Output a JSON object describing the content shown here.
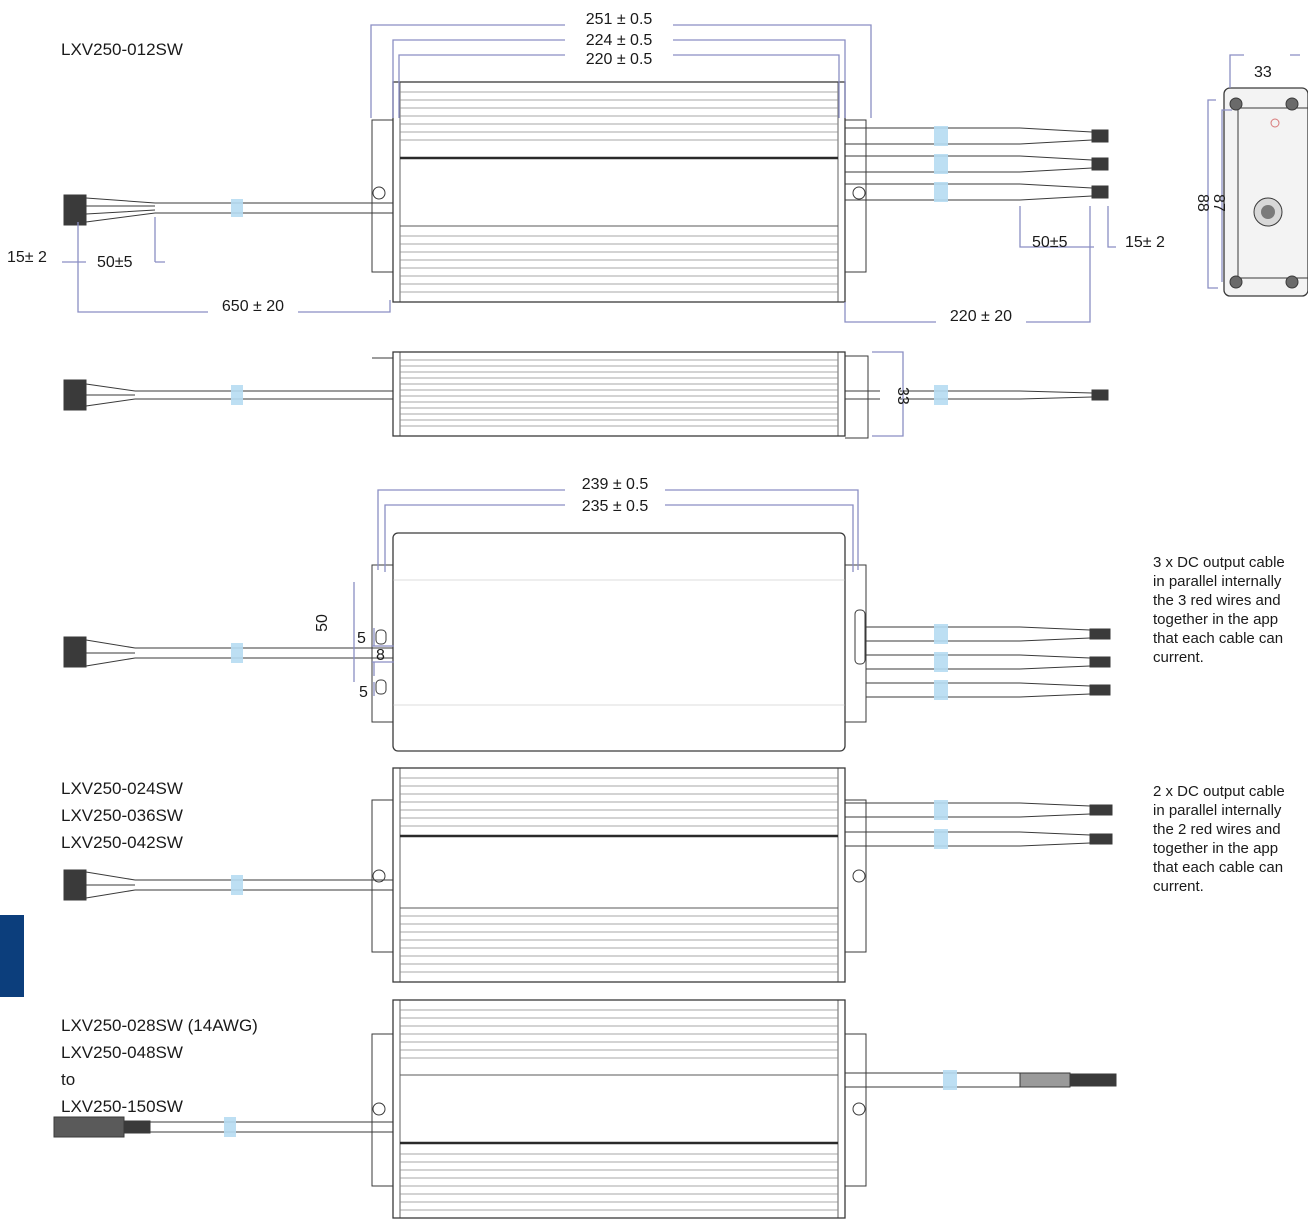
{
  "colors": {
    "outline": "#3a3a3a",
    "fin": "#8a8a8a",
    "dim_line": "#8a8ec4",
    "sleeve": "#b6dcf2",
    "side_tab": "#0c3e7c"
  },
  "views": {
    "v1": {
      "model_lines": [
        "LXV250-012SW"
      ],
      "dims": {
        "overall_len": "251 ± 0.5",
        "mount_len": "224 ± 0.5",
        "body_len": "220 ± 0.5",
        "input_strip": "15± 2",
        "input_split": "50±5",
        "input_cable": "650 ± 20",
        "output_split": "50±5",
        "output_strip": "15± 2",
        "output_cable": "220 ± 20"
      }
    },
    "end_view": {
      "dims": {
        "width": "33",
        "outer_height": "88",
        "inner_height": "87"
      }
    },
    "side_view": {
      "dims": {
        "height": "33"
      }
    },
    "v3": {
      "dims": {
        "overall_len": "239 ± 0.5",
        "body_len": "235 ± 0.5",
        "tab_height": "50",
        "hole_top": "5",
        "hole_mid": "8",
        "hole_bottom": "5"
      },
      "note_lines": [
        "3 x DC output cable",
        "in parallel internally",
        "the 3 red wires and",
        "together in the app",
        "that each cable can",
        "current."
      ]
    },
    "v4": {
      "model_lines": [
        "LXV250-024SW",
        "LXV250-036SW",
        "LXV250-042SW"
      ],
      "note_lines": [
        "2 x DC output cable",
        "in parallel internally",
        "the 2 red wires and",
        "together in the app",
        "that each cable can",
        "current."
      ]
    },
    "v5": {
      "model_lines": [
        "LXV250-028SW (14AWG)",
        "LXV250-048SW",
        "to",
        "LXV250-150SW"
      ]
    }
  }
}
